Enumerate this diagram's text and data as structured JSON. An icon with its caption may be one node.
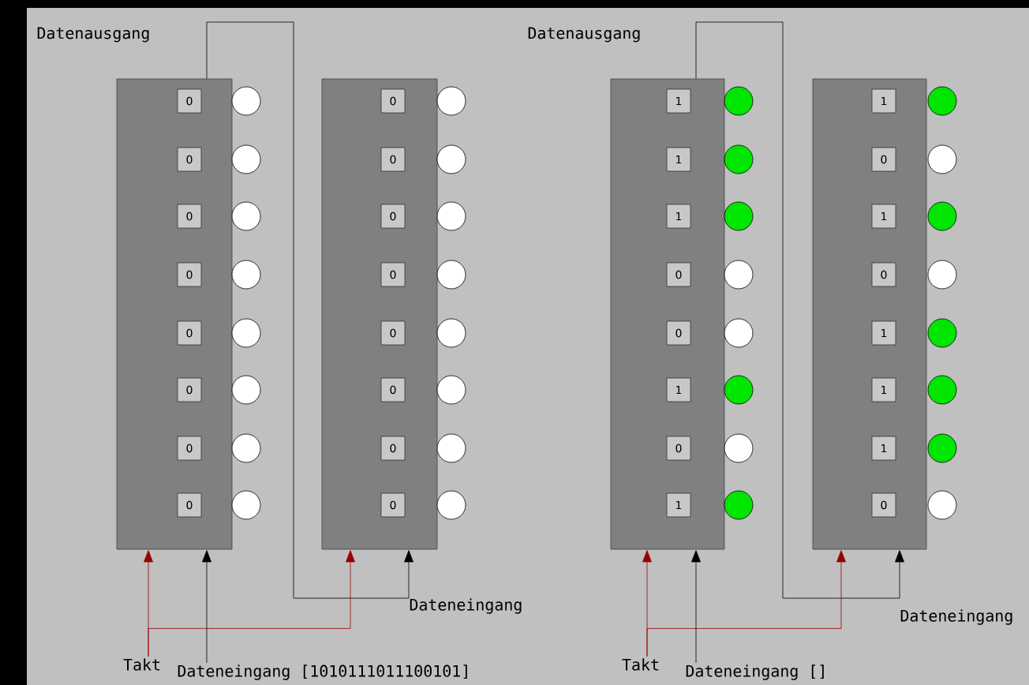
{
  "diagram": {
    "nodes": [
      {
        "text": [],
        "shape": "box"
      },
      {
        "text": [
          "0"
        ],
        "in": 0
      },
      {
        "text": [
          "0"
        ],
        "in": 0
      },
      {
        "text": [
          "0"
        ],
        "in": 0
      },
      {
        "text": [
          "0"
        ],
        "in": 0
      },
      {
        "text": [
          "0"
        ],
        "in": 0
      },
      {
        "text": [
          "0"
        ],
        "in": 0
      },
      {
        "text": [
          "0"
        ],
        "in": 0
      },
      {
        "text": [
          "0"
        ],
        "in": 0
      },
      {
        "text": [],
        "shape": "box"
      },
      {
        "text": [
          "0"
        ],
        "in": 9
      },
      {
        "text": [
          "0"
        ],
        "in": 9
      },
      {
        "text": [
          "0"
        ],
        "in": 9
      },
      {
        "text": [
          "0"
        ],
        "in": 9
      },
      {
        "text": [
          "0"
        ],
        "in": 9
      },
      {
        "text": [
          "0"
        ],
        "in": 9
      },
      {
        "text": [
          "0"
        ],
        "in": 9
      },
      {
        "text": [
          "0"
        ],
        "in": 9
      },
      {
        "text": [
          "Takt"
        ]
      },
      {
        "text": [
          "Dateneingang [1010111011100101]"
        ]
      },
      {
        "text": [],
        "shape": "box"
      },
      {
        "text": [
          "1"
        ],
        "in": 20
      },
      {
        "text": [
          "1"
        ],
        "in": 20
      },
      {
        "text": [
          "1"
        ],
        "in": 20
      },
      {
        "text": [
          "0"
        ],
        "in": 20
      },
      {
        "text": [
          "0"
        ],
        "in": 20
      },
      {
        "text": [
          "1"
        ],
        "in": 20
      },
      {
        "text": [
          "0"
        ],
        "in": 20
      },
      {
        "text": [
          "1"
        ],
        "in": 20
      },
      {
        "text": [],
        "shape": "box"
      },
      {
        "text": [
          "1"
        ],
        "in": 29
      },
      {
        "text": [
          "0"
        ],
        "in": 29
      },
      {
        "text": [
          "1"
        ],
        "in": 29
      },
      {
        "text": [
          "0"
        ],
        "in": 29
      },
      {
        "text": [
          "1"
        ],
        "in": 29
      },
      {
        "text": [
          "1"
        ],
        "in": 29
      },
      {
        "text": [
          "1"
        ],
        "in": 29
      },
      {
        "text": [
          "0"
        ],
        "in": 29
      },
      {
        "text": [
          "Takt"
        ]
      },
      {
        "text": [
          "Dateneingang []"
        ]
      }
    ],
    "edges": [
      {
        "from": 0,
        "to": 9,
        "arrow": "to"
      },
      {
        "from": 18,
        "to": 0,
        "arrow": "to",
        "color": "#990000"
      },
      {
        "from": 18,
        "to": 9,
        "arrow": "to",
        "color": "#990000"
      },
      {
        "from": 19,
        "to": 0,
        "arrow": "to"
      },
      {
        "from": 20,
        "to": 29,
        "arrow": "to"
      },
      {
        "from": 38,
        "to": 20,
        "arrow": "to",
        "color": "#990000"
      },
      {
        "from": 38,
        "to": 29,
        "arrow": "to",
        "color": "#990000"
      },
      {
        "from": 39,
        "to": 20,
        "arrow": "to"
      }
    ],
    "labels": [
      "Datenausgang",
      "Dateneingang",
      "Datenausgang",
      "Dateneingang"
    ]
  }
}
